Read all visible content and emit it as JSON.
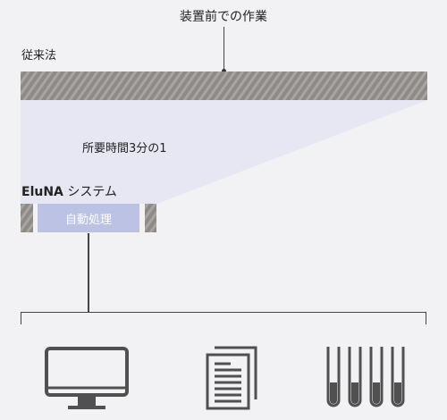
{
  "callout": {
    "label": "装置前での作業"
  },
  "conventional": {
    "label": "従来法"
  },
  "reduction": {
    "label": "所要時間3分の1"
  },
  "system": {
    "brand": "EluNA",
    "suffix": " システム",
    "auto_label": "自動処理"
  },
  "outputs": {
    "icons": [
      "monitor-icon",
      "documents-icon",
      "test-tubes-icon"
    ]
  },
  "colors": {
    "background": "#f2f2f5",
    "hatch_dark": "#8e8a88",
    "hatch_light": "#a8a4a2",
    "funnel": "#e6e7f3",
    "auto_box": "#bcc2e4",
    "lines": "#444444"
  }
}
